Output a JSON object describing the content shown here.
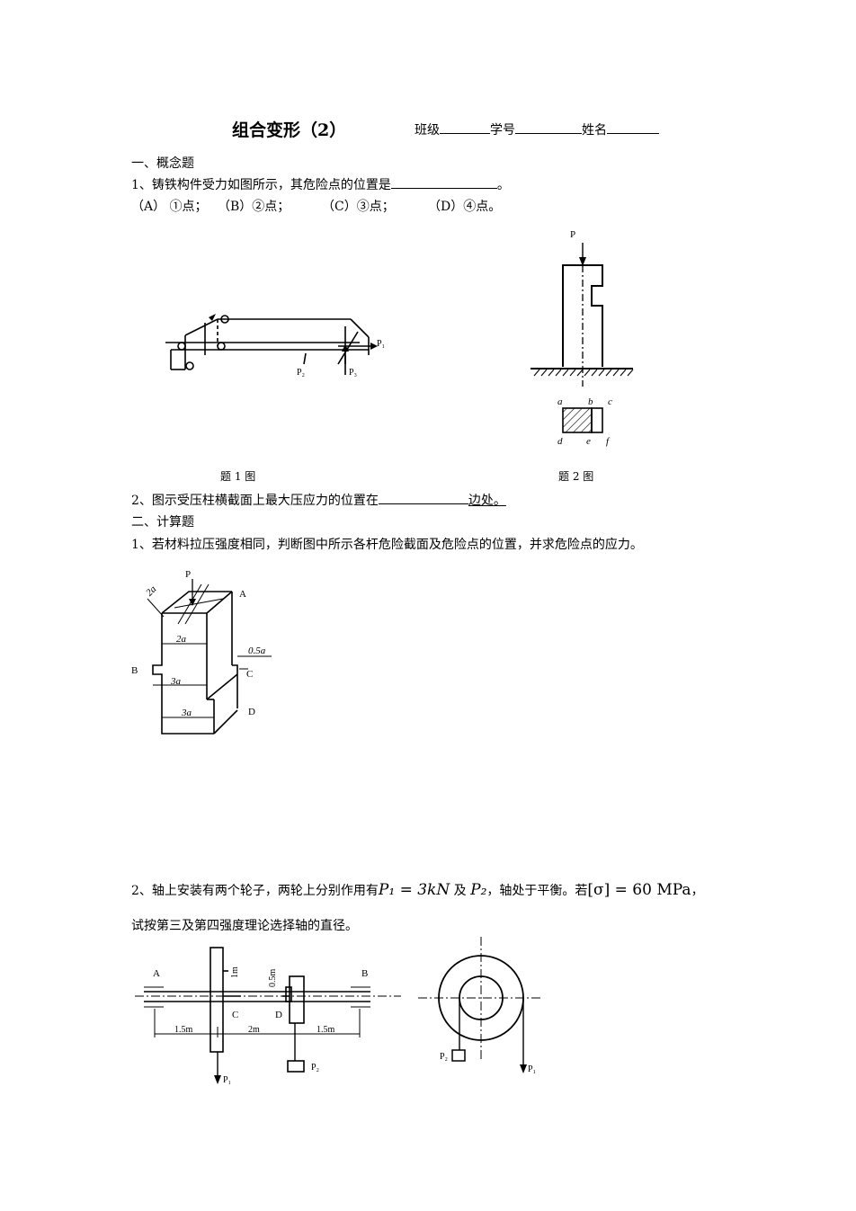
{
  "header": {
    "title": "组合变形（2）",
    "class_label": "班级",
    "id_label": "学号",
    "name_label": "姓名"
  },
  "section1": {
    "heading": "一、概念题",
    "q1": {
      "text": "1、铸铁构件受力如图所示，其危险点的位置是",
      "suffix": "。",
      "options": [
        "（A） ①点；",
        "（B）②点；",
        "（C）③点；",
        "（D）④点。"
      ]
    },
    "fig1": {
      "caption": "题 1 图",
      "labels": {
        "p1": "P₁",
        "p2": "P₂",
        "p3": "P₃"
      }
    },
    "fig2": {
      "caption": "题 2 图",
      "labels": {
        "p": "P",
        "a": "a",
        "b": "b",
        "c": "c",
        "d": "d",
        "e": "e",
        "f": "f"
      }
    },
    "q2": {
      "text": "2、图示受压柱横截面上最大压应力的位置在",
      "suffix": "边处。"
    }
  },
  "section2": {
    "heading": "二、计算题",
    "q1": {
      "text": "1、若材料拉压强度相同，判断图中所示各杆危险截面及危险点的位置，并求危险点的应力。",
      "fig": {
        "p": "P",
        "dim_2a_top": "2a",
        "dim_2a": "2a",
        "dim_05a": "0.5a",
        "dim_3a_1": "3a",
        "dim_3a_2": "3a",
        "a": "A",
        "b": "B",
        "c": "C",
        "d": "D"
      }
    },
    "q2": {
      "line1_a": "2、轴上安装有两个轮子，两轮上分别作用有",
      "p1_eq": "P₁ = 3kN",
      "line1_b": " 及 ",
      "p2": "P₂",
      "line1_c": "，轴处于平衡。若",
      "sigma": "[σ] = 60 MPa",
      "line1_d": "，",
      "line2": "试按第三及第四强度理论选择轴的直径。",
      "fig": {
        "a": "A",
        "b": "B",
        "c": "C",
        "d": "D",
        "r1": "1m",
        "r2": "0.5m",
        "l1": "1.5m",
        "l2": "2m",
        "l3": "1.5m",
        "p1": "P₁",
        "p2": "P₂"
      }
    }
  }
}
